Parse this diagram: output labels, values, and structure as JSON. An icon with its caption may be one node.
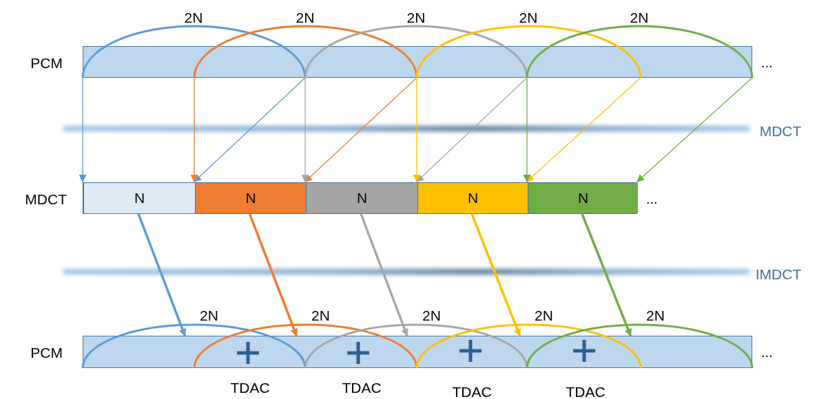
{
  "diagram": {
    "nodes": [
      {
        "text": [
          "PCM"
        ],
        "beside": [
          "..."
        ]
      },
      {
        "text": [
          "MDCT"
        ],
        "beside": [
          "..."
        ]
      },
      {
        "text": [
          "N"
        ],
        "in": 1
      },
      {
        "text": [
          "N"
        ],
        "in": 1
      },
      {
        "text": [
          "N"
        ],
        "in": 1
      },
      {
        "text": [
          "N"
        ],
        "in": 1
      },
      {
        "text": [
          "N"
        ],
        "in": 1
      },
      {
        "text": [
          "PCM"
        ],
        "beside": [
          "..."
        ]
      }
    ],
    "edges": [
      {
        "from": 0,
        "to": 2,
        "arrow": "to",
        "color": "#5b9bd5"
      },
      {
        "from": 0,
        "to": 2,
        "arrow": "to",
        "color": "#5b9bd5"
      },
      {
        "from": 0,
        "to": 3,
        "arrow": "to",
        "color": "#ed7d31"
      },
      {
        "from": 0,
        "to": 3,
        "arrow": "to",
        "color": "#ed7d31"
      },
      {
        "from": 0,
        "to": 4,
        "arrow": "to",
        "color": "#a5a5a5"
      },
      {
        "from": 0,
        "to": 4,
        "arrow": "to",
        "color": "#a5a5a5"
      },
      {
        "from": 0,
        "to": 5,
        "arrow": "to",
        "color": "#ffc000"
      },
      {
        "from": 0,
        "to": 5,
        "arrow": "to",
        "color": "#ffc000"
      },
      {
        "from": 0,
        "to": 6,
        "arrow": "to",
        "color": "#70ad47"
      },
      {
        "from": 0,
        "to": 6,
        "arrow": "to",
        "color": "#70ad47"
      },
      {
        "from": 2,
        "to": 7,
        "arrow": "to",
        "style": "thick",
        "color": "#5b9bd5"
      },
      {
        "from": 3,
        "to": 7,
        "arrow": "to",
        "style": "thick",
        "color": "#ed7d31"
      },
      {
        "from": 4,
        "to": 7,
        "arrow": "to",
        "style": "thick",
        "color": "#a5a5a5"
      },
      {
        "from": 5,
        "to": 7,
        "arrow": "to",
        "style": "thick",
        "color": "#ffc000"
      },
      {
        "from": 6,
        "to": 7,
        "arrow": "to",
        "style": "thick",
        "color": "#70ad47"
      }
    ],
    "labels": [
      "2N",
      "2N",
      "2N",
      "2N",
      "2N",
      "MDCT",
      "IMDCT",
      "2N",
      "2N",
      "2N",
      "2N",
      "2N",
      "TDAC",
      "TDAC",
      "TDAC",
      "TDAC"
    ]
  }
}
